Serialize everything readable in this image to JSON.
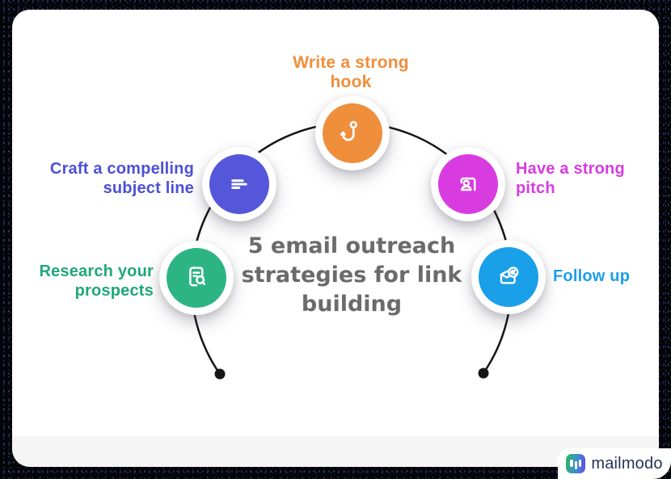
{
  "title": {
    "text": "5 email outreach strategies for link building",
    "color": "#6B6B6B"
  },
  "steps": [
    {
      "label": "Research your prospects",
      "label_color": "#1FA878",
      "disc_color": "#2DB485",
      "icon": "document-search-icon"
    },
    {
      "label": "Craft a compelling subject line",
      "label_color": "#4C50D7",
      "disc_color": "#5457D9",
      "icon": "text-lines-icon"
    },
    {
      "label": "Write a strong hook",
      "label_color": "#EF8E3B",
      "disc_color": "#EF8E3B",
      "icon": "fishing-hook-icon"
    },
    {
      "label": "Have a strong pitch",
      "label_color": "#D73BE0",
      "disc_color": "#D83CE0",
      "icon": "presenter-icon"
    },
    {
      "label": "Follow up",
      "label_color": "#1B9FE9",
      "disc_color": "#1A9FE9",
      "icon": "envelope-reply-icon"
    }
  ],
  "arc": {
    "color": "#161616"
  },
  "footer": {
    "brand": "mailmodo",
    "brand_color": "#26325A",
    "logo_gradient_start": "#2FB26C",
    "logo_gradient_end": "#5C53E9"
  }
}
